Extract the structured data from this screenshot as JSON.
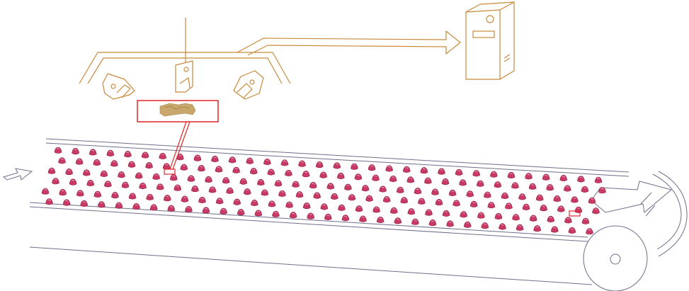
{
  "colors": {
    "rig": "#c8893a",
    "belt": "#6e6e8c",
    "item": "#c83a64",
    "item_dark": "#8e1f45",
    "highlight": "#e0262a",
    "crop_fill": "#c9a66b"
  },
  "icons": {
    "left_camera": "camera-icon",
    "center_camera": "camera-icon",
    "right_camera": "camera-icon",
    "computer": "computer-tower-icon",
    "incoming_arrow": "arrow-right-icon",
    "outgoing_arrow": "arrow-right-icon",
    "data_arrow": "arrow-right-icon"
  },
  "belt": {
    "item_rows": 6,
    "item_columns": 32,
    "direction": "left-to-right"
  }
}
